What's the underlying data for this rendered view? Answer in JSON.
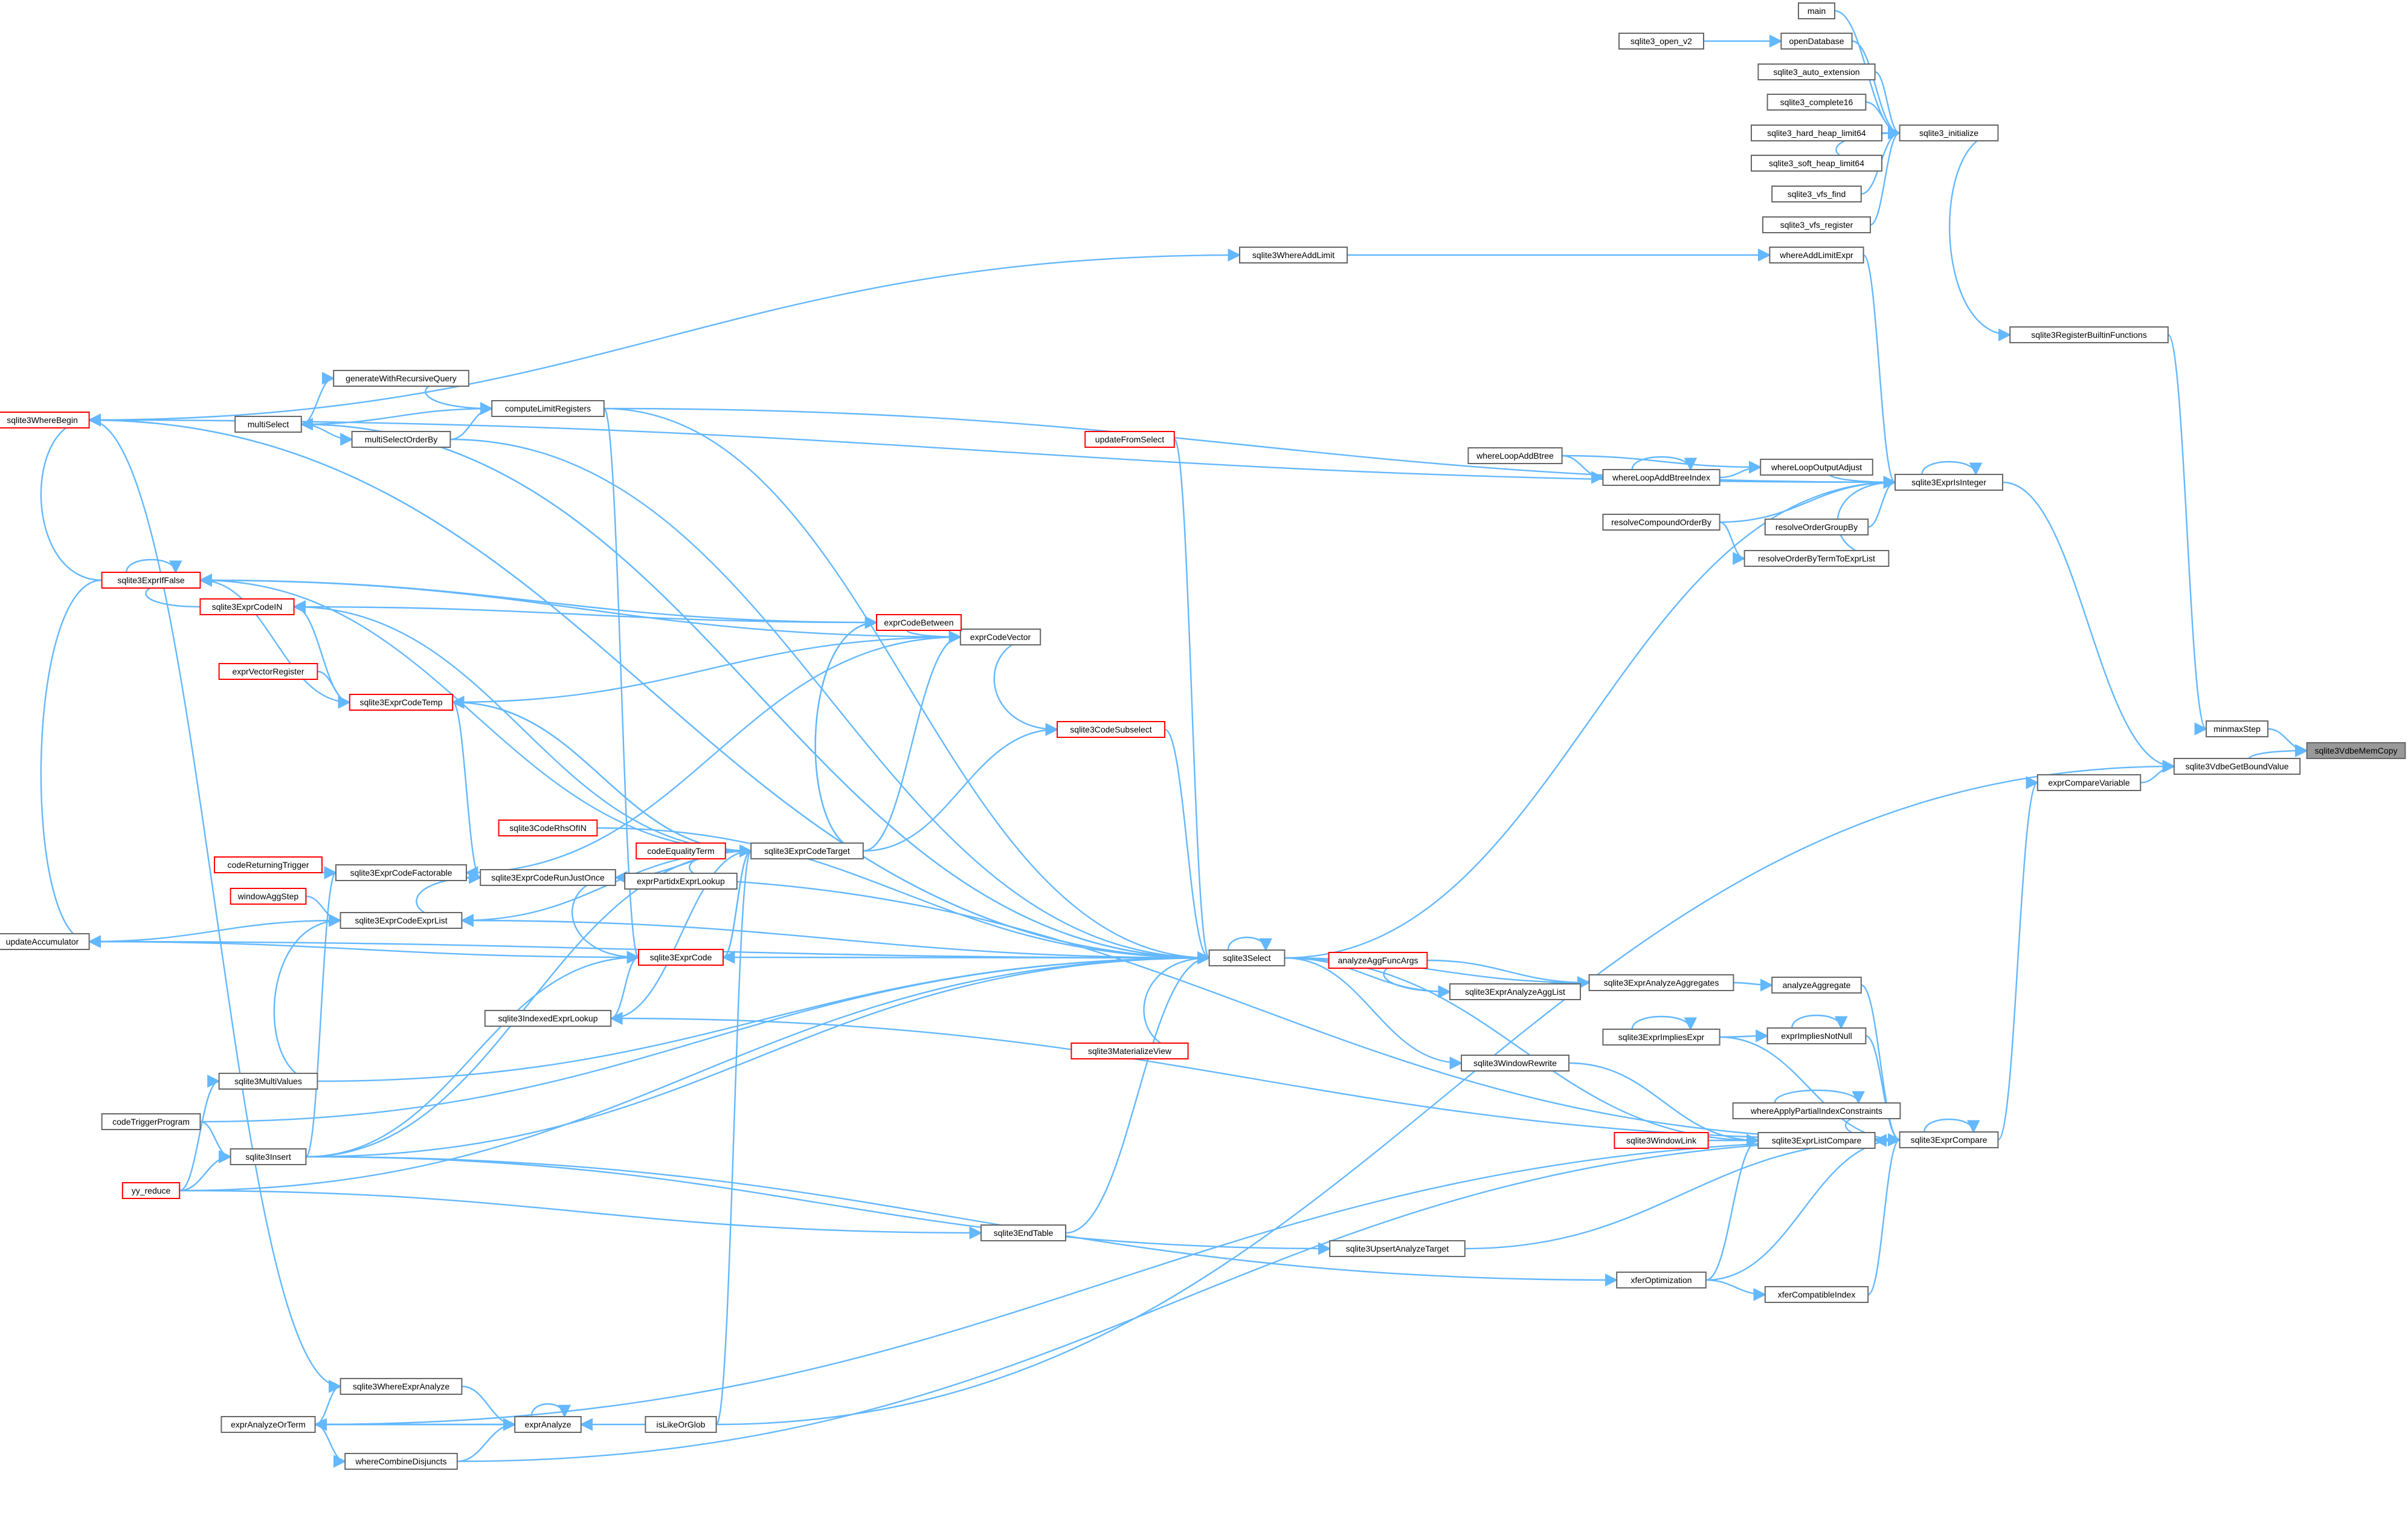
{
  "graph": {
    "colors": {
      "edge": "#63b8ff",
      "box_border": "#666666",
      "box_border_highlight": "#ff0000",
      "focus_fill": "#999999"
    },
    "nodes": [
      {
        "id": "sqlite3VdbeMemCopy",
        "label": "sqlite3VdbeMemCopy",
        "focus": true
      },
      {
        "id": "minmaxStep",
        "label": "minmaxStep"
      },
      {
        "id": "sqlite3VdbeGetBoundValue",
        "label": "sqlite3VdbeGetBoundValue"
      },
      {
        "id": "sqlite3RegisterBuiltinFunctions",
        "label": "sqlite3RegisterBuiltinFunctions"
      },
      {
        "id": "sqlite3_initialize",
        "label": "sqlite3_initialize"
      },
      {
        "id": "main",
        "label": "main"
      },
      {
        "id": "openDatabase",
        "label": "openDatabase"
      },
      {
        "id": "sqlite3_open_v2",
        "label": "sqlite3_open_v2"
      },
      {
        "id": "sqlite3_auto_extension",
        "label": "sqlite3_auto_extension"
      },
      {
        "id": "sqlite3_complete16",
        "label": "sqlite3_complete16"
      },
      {
        "id": "sqlite3_hard_heap_limit64",
        "label": "sqlite3_hard_heap_limit64"
      },
      {
        "id": "sqlite3_soft_heap_limit64",
        "label": "sqlite3_soft_heap_limit64"
      },
      {
        "id": "sqlite3_vfs_find",
        "label": "sqlite3_vfs_find"
      },
      {
        "id": "sqlite3_vfs_register",
        "label": "sqlite3_vfs_register"
      },
      {
        "id": "sqlite3ExprIsInteger",
        "label": "sqlite3ExprIsInteger"
      },
      {
        "id": "whereAddLimitExpr",
        "label": "whereAddLimitExpr"
      },
      {
        "id": "sqlite3WhereAddLimit",
        "label": "sqlite3WhereAddLimit"
      },
      {
        "id": "whereLoopOutputAdjust",
        "label": "whereLoopOutputAdjust"
      },
      {
        "id": "whereLoopAddBtreeIndex",
        "label": "whereLoopAddBtreeIndex"
      },
      {
        "id": "whereLoopAddBtree",
        "label": "whereLoopAddBtree"
      },
      {
        "id": "resolveCompoundOrderBy",
        "label": "resolveCompoundOrderBy"
      },
      {
        "id": "resolveOrderGroupBy",
        "label": "resolveOrderGroupBy"
      },
      {
        "id": "resolveOrderByTermToExprList",
        "label": "resolveOrderByTermToExprList"
      },
      {
        "id": "exprCompareVariable",
        "label": "exprCompareVariable"
      },
      {
        "id": "sqlite3ExprCompare",
        "label": "sqlite3ExprCompare"
      },
      {
        "id": "analyzeAggregate",
        "label": "analyzeAggregate"
      },
      {
        "id": "sqlite3ExprAnalyzeAggregates",
        "label": "sqlite3ExprAnalyzeAggregates"
      },
      {
        "id": "analyzeAggFuncArgs",
        "label": "analyzeAggFuncArgs",
        "red": true
      },
      {
        "id": "sqlite3ExprAnalyzeAggList",
        "label": "sqlite3ExprAnalyzeAggList"
      },
      {
        "id": "exprImpliesNotNull",
        "label": "exprImpliesNotNull"
      },
      {
        "id": "sqlite3ExprImpliesExpr",
        "label": "sqlite3ExprImpliesExpr"
      },
      {
        "id": "sqlite3WindowRewrite",
        "label": "sqlite3WindowRewrite"
      },
      {
        "id": "whereApplyPartialIndexConstraints",
        "label": "whereApplyPartialIndexConstraints"
      },
      {
        "id": "sqlite3ExprListCompare",
        "label": "sqlite3ExprListCompare"
      },
      {
        "id": "sqlite3WindowLink",
        "label": "sqlite3WindowLink",
        "red": true
      },
      {
        "id": "sqlite3UpsertAnalyzeTarget",
        "label": "sqlite3UpsertAnalyzeTarget"
      },
      {
        "id": "xferOptimization",
        "label": "xferOptimization"
      },
      {
        "id": "xferCompatibleIndex",
        "label": "xferCompatibleIndex"
      },
      {
        "id": "sqlite3Select",
        "label": "sqlite3Select"
      },
      {
        "id": "updateFromSelect",
        "label": "updateFromSelect",
        "red": true
      },
      {
        "id": "sqlite3MaterializeView",
        "label": "sqlite3MaterializeView",
        "red": true
      },
      {
        "id": "sqlite3CodeSubselect",
        "label": "sqlite3CodeSubselect",
        "red": true
      },
      {
        "id": "sqlite3ExprCodeTarget",
        "label": "sqlite3ExprCodeTarget"
      },
      {
        "id": "codeEqualityTerm",
        "label": "codeEqualityTerm",
        "red": true
      },
      {
        "id": "exprPartidxExprLookup",
        "label": "exprPartidxExprLookup"
      },
      {
        "id": "sqlite3CodeRhsOfIN",
        "label": "sqlite3CodeRhsOfIN",
        "red": true
      },
      {
        "id": "exprCodeVector",
        "label": "exprCodeVector"
      },
      {
        "id": "exprCodeBetween",
        "label": "exprCodeBetween",
        "red": true
      },
      {
        "id": "sqlite3ExprIfFalse",
        "label": "sqlite3ExprIfFalse",
        "red": true
      },
      {
        "id": "sqlite3ExprCodeIN",
        "label": "sqlite3ExprCodeIN",
        "red": true
      },
      {
        "id": "exprVectorRegister",
        "label": "exprVectorRegister",
        "red": true
      },
      {
        "id": "sqlite3ExprCodeTemp",
        "label": "sqlite3ExprCodeTemp",
        "red": true
      },
      {
        "id": "sqlite3ExprCodeRunJustOnce",
        "label": "sqlite3ExprCodeRunJustOnce"
      },
      {
        "id": "sqlite3ExprCodeFactorable",
        "label": "sqlite3ExprCodeFactorable"
      },
      {
        "id": "codeReturningTrigger",
        "label": "codeReturningTrigger",
        "red": true
      },
      {
        "id": "windowAggStep",
        "label": "windowAggStep",
        "red": true
      },
      {
        "id": "sqlite3ExprCodeExprList",
        "label": "sqlite3ExprCodeExprList"
      },
      {
        "id": "sqlite3ExprCode",
        "label": "sqlite3ExprCode",
        "red": true
      },
      {
        "id": "sqlite3IndexedExprLookup",
        "label": "sqlite3IndexedExprLookup"
      },
      {
        "id": "updateAccumulator",
        "label": "updateAccumulator"
      },
      {
        "id": "sqlite3WhereBegin",
        "label": "sqlite3WhereBegin",
        "red": true
      },
      {
        "id": "computeLimitRegisters",
        "label": "computeLimitRegisters"
      },
      {
        "id": "generateWithRecursiveQuery",
        "label": "generateWithRecursiveQuery"
      },
      {
        "id": "multiSelect",
        "label": "multiSelect"
      },
      {
        "id": "multiSelectOrderBy",
        "label": "multiSelectOrderBy"
      },
      {
        "id": "sqlite3MultiValues",
        "label": "sqlite3MultiValues"
      },
      {
        "id": "codeTriggerProgram",
        "label": "codeTriggerProgram"
      },
      {
        "id": "sqlite3Insert",
        "label": "sqlite3Insert"
      },
      {
        "id": "yy_reduce",
        "label": "yy_reduce",
        "red": true
      },
      {
        "id": "sqlite3EndTable",
        "label": "sqlite3EndTable"
      },
      {
        "id": "sqlite3WhereExprAnalyze",
        "label": "sqlite3WhereExprAnalyze"
      },
      {
        "id": "exprAnalyzeOrTerm",
        "label": "exprAnalyzeOrTerm"
      },
      {
        "id": "exprAnalyze",
        "label": "exprAnalyze"
      },
      {
        "id": "whereCombineDisjuncts",
        "label": "whereCombineDisjuncts"
      },
      {
        "id": "isLikeOrGlob",
        "label": "isLikeOrGlob"
      }
    ],
    "edges": [
      [
        "minmaxStep",
        "sqlite3VdbeMemCopy"
      ],
      [
        "sqlite3VdbeGetBoundValue",
        "sqlite3VdbeMemCopy"
      ],
      [
        "sqlite3RegisterBuiltinFunctions",
        "minmaxStep"
      ],
      [
        "sqlite3_initialize",
        "sqlite3RegisterBuiltinFunctions"
      ],
      [
        "main",
        "sqlite3_initialize"
      ],
      [
        "openDatabase",
        "sqlite3_initialize"
      ],
      [
        "sqlite3_open_v2",
        "openDatabase"
      ],
      [
        "sqlite3_auto_extension",
        "sqlite3_initialize"
      ],
      [
        "sqlite3_complete16",
        "sqlite3_initialize"
      ],
      [
        "sqlite3_hard_heap_limit64",
        "sqlite3_initialize"
      ],
      [
        "sqlite3_soft_heap_limit64",
        "sqlite3_initialize"
      ],
      [
        "sqlite3_vfs_find",
        "sqlite3_initialize"
      ],
      [
        "sqlite3_vfs_register",
        "sqlite3_initialize"
      ],
      [
        "sqlite3ExprIsInteger",
        "sqlite3VdbeGetBoundValue"
      ],
      [
        "sqlite3ExprIsInteger",
        "sqlite3ExprIsInteger"
      ],
      [
        "whereAddLimitExpr",
        "sqlite3ExprIsInteger"
      ],
      [
        "sqlite3WhereAddLimit",
        "whereAddLimitExpr"
      ],
      [
        "sqlite3WhereBegin",
        "sqlite3WhereAddLimit"
      ],
      [
        "whereLoopOutputAdjust",
        "sqlite3ExprIsInteger"
      ],
      [
        "whereLoopAddBtreeIndex",
        "whereLoopOutputAdjust"
      ],
      [
        "whereLoopAddBtreeIndex",
        "whereLoopAddBtreeIndex"
      ],
      [
        "whereLoopAddBtree",
        "whereLoopAddBtreeIndex"
      ],
      [
        "whereLoopAddBtree",
        "whereLoopOutputAdjust"
      ],
      [
        "resolveCompoundOrderBy",
        "sqlite3ExprIsInteger"
      ],
      [
        "resolveOrderGroupBy",
        "sqlite3ExprIsInteger"
      ],
      [
        "resolveOrderByTermToExprList",
        "sqlite3ExprIsInteger"
      ],
      [
        "resolveCompoundOrderBy",
        "resolveOrderByTermToExprList"
      ],
      [
        "sqlite3Select",
        "sqlite3ExprIsInteger"
      ],
      [
        "computeLimitRegisters",
        "sqlite3ExprIsInteger"
      ],
      [
        "exprCompareVariable",
        "sqlite3VdbeGetBoundValue"
      ],
      [
        "sqlite3ExprCompare",
        "exprCompareVariable"
      ],
      [
        "sqlite3ExprCompare",
        "sqlite3ExprCompare"
      ],
      [
        "analyzeAggregate",
        "sqlite3ExprCompare"
      ],
      [
        "sqlite3ExprAnalyzeAggregates",
        "analyzeAggregate"
      ],
      [
        "analyzeAggFuncArgs",
        "sqlite3ExprAnalyzeAggregates"
      ],
      [
        "sqlite3ExprAnalyzeAggList",
        "sqlite3ExprAnalyzeAggregates"
      ],
      [
        "sqlite3Select",
        "sqlite3ExprAnalyzeAggregates"
      ],
      [
        "sqlite3Select",
        "sqlite3ExprAnalyzeAggList"
      ],
      [
        "analyzeAggFuncArgs",
        "sqlite3ExprAnalyzeAggList"
      ],
      [
        "exprImpliesNotNull",
        "sqlite3ExprCompare"
      ],
      [
        "exprImpliesNotNull",
        "exprImpliesNotNull"
      ],
      [
        "sqlite3ExprImpliesExpr",
        "exprImpliesNotNull"
      ],
      [
        "sqlite3ExprImpliesExpr",
        "sqlite3ExprCompare"
      ],
      [
        "sqlite3ExprImpliesExpr",
        "sqlite3ExprImpliesExpr"
      ],
      [
        "sqlite3WindowRewrite",
        "sqlite3ExprListCompare"
      ],
      [
        "sqlite3Select",
        "sqlite3WindowRewrite"
      ],
      [
        "whereApplyPartialIndexConstraints",
        "sqlite3ExprCompare"
      ],
      [
        "whereApplyPartialIndexConstraints",
        "whereApplyPartialIndexConstraints"
      ],
      [
        "sqlite3ExprListCompare",
        "sqlite3ExprCompare"
      ],
      [
        "sqlite3ExprCompare",
        "sqlite3ExprListCompare"
      ],
      [
        "sqlite3WindowLink",
        "sqlite3ExprListCompare"
      ],
      [
        "sqlite3Select",
        "sqlite3ExprListCompare"
      ],
      [
        "sqlite3UpsertAnalyzeTarget",
        "sqlite3ExprCompare"
      ],
      [
        "sqlite3Insert",
        "sqlite3UpsertAnalyzeTarget"
      ],
      [
        "xferOptimization",
        "sqlite3ExprCompare"
      ],
      [
        "xferOptimization",
        "sqlite3ExprListCompare"
      ],
      [
        "xferCompatibleIndex",
        "sqlite3ExprCompare"
      ],
      [
        "xferOptimization",
        "xferCompatibleIndex"
      ],
      [
        "sqlite3Insert",
        "xferOptimization"
      ],
      [
        "sqlite3Select",
        "sqlite3Select"
      ],
      [
        "updateFromSelect",
        "sqlite3Select"
      ],
      [
        "sqlite3MaterializeView",
        "sqlite3Select"
      ],
      [
        "sqlite3CodeSubselect",
        "sqlite3Select"
      ],
      [
        "sqlite3ExprCodeTarget",
        "sqlite3CodeSubselect"
      ],
      [
        "exprCodeVector",
        "sqlite3CodeSubselect"
      ],
      [
        "sqlite3ExprCodeTarget",
        "exprCodeVector"
      ],
      [
        "exprCodeBetween",
        "exprCodeVector"
      ],
      [
        "sqlite3ExprCodeTarget",
        "exprCodeBetween"
      ],
      [
        "exprCodeBetween",
        "sqlite3ExprCodeTarget"
      ],
      [
        "exprCodeBetween",
        "sqlite3ExprIfFalse"
      ],
      [
        "sqlite3ExprIfFalse",
        "sqlite3ExprIfFalse"
      ],
      [
        "sqlite3ExprCodeIN",
        "sqlite3ExprIfFalse"
      ],
      [
        "exprCodeVector",
        "sqlite3ExprIfFalse"
      ],
      [
        "sqlite3ExprCodeTemp",
        "sqlite3ExprIfFalse"
      ],
      [
        "sqlite3ExprCodeTemp",
        "sqlite3ExprCodeIN"
      ],
      [
        "exprCodeBetween",
        "sqlite3ExprCodeIN"
      ],
      [
        "sqlite3ExprCodeTarget",
        "sqlite3ExprCodeIN"
      ],
      [
        "exprVectorRegister",
        "sqlite3ExprCodeTemp"
      ],
      [
        "sqlite3ExprCodeTarget",
        "sqlite3ExprCodeTemp"
      ],
      [
        "sqlite3ExprCodeTemp",
        "sqlite3ExprCodeTarget"
      ],
      [
        "exprCodeVector",
        "sqlite3ExprCodeTemp"
      ],
      [
        "sqlite3ExprCodeTarget",
        "sqlite3ExprIfFalse"
      ],
      [
        "codeEqualityTerm",
        "sqlite3ExprCodeTarget"
      ],
      [
        "exprPartidxExprLookup",
        "sqlite3ExprCodeTarget"
      ],
      [
        "sqlite3ExprCodeTarget",
        "exprPartidxExprLookup"
      ],
      [
        "sqlite3CodeRhsOfIN",
        "sqlite3Select"
      ],
      [
        "sqlite3ExprCodeRunJustOnce",
        "sqlite3ExprCodeTarget"
      ],
      [
        "sqlite3ExprCodeTarget",
        "sqlite3ExprCodeRunJustOnce"
      ],
      [
        "sqlite3ExprCodeFactorable",
        "sqlite3ExprCodeRunJustOnce"
      ],
      [
        "sqlite3ExprCodeTemp",
        "sqlite3ExprCodeRunJustOnce"
      ],
      [
        "codeReturningTrigger",
        "sqlite3ExprCodeFactorable"
      ],
      [
        "exprCodeVector",
        "sqlite3ExprCodeFactorable"
      ],
      [
        "windowAggStep",
        "sqlite3ExprCodeExprList"
      ],
      [
        "sqlite3ExprCodeExprList",
        "sqlite3ExprCodeRunJustOnce"
      ],
      [
        "sqlite3ExprCodeTarget",
        "sqlite3ExprCodeExprList"
      ],
      [
        "sqlite3Select",
        "sqlite3ExprCodeExprList"
      ],
      [
        "sqlite3ExprCode",
        "sqlite3ExprCodeTarget"
      ],
      [
        "sqlite3ExprCodeTarget",
        "sqlite3ExprCode"
      ],
      [
        "sqlite3Select",
        "sqlite3ExprCode"
      ],
      [
        "sqlite3ExprCodeRunJustOnce",
        "sqlite3ExprCode"
      ],
      [
        "sqlite3IndexedExprLookup",
        "sqlite3ExprCode"
      ],
      [
        "computeLimitRegisters",
        "sqlite3ExprCode"
      ],
      [
        "sqlite3ExprCodeTarget",
        "sqlite3IndexedExprLookup"
      ],
      [
        "sqlite3IndexedExprLookup",
        "sqlite3ExprCompare"
      ],
      [
        "sqlite3ExprCodeRunJustOnce",
        "sqlite3ExprCompare"
      ],
      [
        "updateAccumulator",
        "sqlite3ExprCode"
      ],
      [
        "sqlite3ExprCodeExprList",
        "updateAccumulator"
      ],
      [
        "sqlite3ExprIfFalse",
        "updateAccumulator"
      ],
      [
        "updateAccumulator",
        "sqlite3Select"
      ],
      [
        "sqlite3ExprIfFalse",
        "sqlite3WhereBegin"
      ],
      [
        "sqlite3Select",
        "sqlite3WhereBegin"
      ],
      [
        "sqlite3ExprIsInteger",
        "sqlite3WhereBegin"
      ],
      [
        "computeLimitRegisters",
        "sqlite3Select"
      ],
      [
        "generateWithRecursiveQuery",
        "computeLimitRegisters"
      ],
      [
        "multiSelect",
        "computeLimitRegisters"
      ],
      [
        "multiSelect",
        "generateWithRecursiveQuery"
      ],
      [
        "multiSelectOrderBy",
        "computeLimitRegisters"
      ],
      [
        "multiSelect",
        "multiSelectOrderBy"
      ],
      [
        "sqlite3Select",
        "multiSelect"
      ],
      [
        "multiSelect",
        "sqlite3Select"
      ],
      [
        "multiSelectOrderBy",
        "sqlite3Select"
      ],
      [
        "sqlite3MultiValues",
        "sqlite3Select"
      ],
      [
        "sqlite3MultiValues",
        "sqlite3ExprCodeExprList"
      ],
      [
        "yy_reduce",
        "sqlite3MultiValues"
      ],
      [
        "codeTriggerProgram",
        "sqlite3Select"
      ],
      [
        "sqlite3Insert",
        "sqlite3Select"
      ],
      [
        "sqlite3Insert",
        "sqlite3ExprCode"
      ],
      [
        "sqlite3Insert",
        "sqlite3ExprCodeTarget"
      ],
      [
        "sqlite3Insert",
        "sqlite3ExprCodeFactorable"
      ],
      [
        "yy_reduce",
        "sqlite3Insert"
      ],
      [
        "codeTriggerProgram",
        "sqlite3Insert"
      ],
      [
        "yy_reduce",
        "sqlite3Select"
      ],
      [
        "yy_reduce",
        "sqlite3EndTable"
      ],
      [
        "sqlite3EndTable",
        "sqlite3Select"
      ],
      [
        "sqlite3WhereExprAnalyze",
        "exprAnalyze"
      ],
      [
        "exprAnalyzeOrTerm",
        "exprAnalyze"
      ],
      [
        "exprAnalyze",
        "exprAnalyzeOrTerm"
      ],
      [
        "exprAnalyze",
        "exprAnalyze"
      ],
      [
        "whereCombineDisjuncts",
        "exprAnalyze"
      ],
      [
        "exprAnalyzeOrTerm",
        "whereCombineDisjuncts"
      ],
      [
        "exprAnalyzeOrTerm",
        "sqlite3WhereExprAnalyze"
      ],
      [
        "sqlite3WhereBegin",
        "sqlite3WhereExprAnalyze"
      ],
      [
        "isLikeOrGlob",
        "exprAnalyze"
      ],
      [
        "isLikeOrGlob",
        "sqlite3ExprCodeTarget"
      ],
      [
        "isLikeOrGlob",
        "sqlite3VdbeGetBoundValue"
      ],
      [
        "exprAnalyzeOrTerm",
        "sqlite3ExprCompare"
      ],
      [
        "whereCombineDisjuncts",
        "sqlite3ExprCompare"
      ],
      [
        "sqlite3Select",
        "sqlite3WhereBegin"
      ]
    ]
  }
}
